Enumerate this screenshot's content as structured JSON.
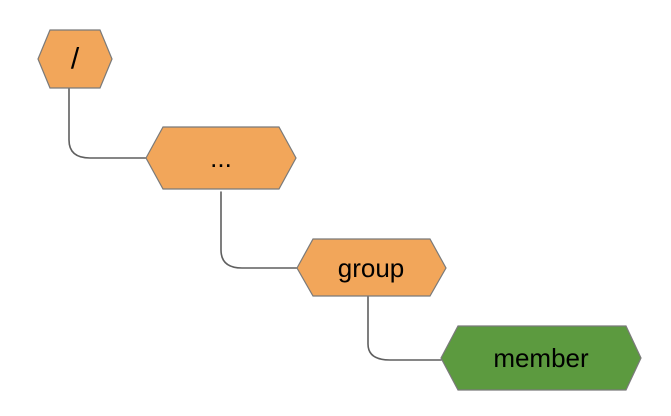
{
  "diagram": {
    "nodes": [
      {
        "id": "root",
        "label": "/",
        "fill": "#f2a65a"
      },
      {
        "id": "ellipsis",
        "label": "...",
        "fill": "#f2a65a"
      },
      {
        "id": "group",
        "label": "group",
        "fill": "#f2a65a"
      },
      {
        "id": "member",
        "label": "member",
        "fill": "#5c9a3f"
      }
    ],
    "edges": [
      {
        "from": "root",
        "to": "ellipsis"
      },
      {
        "from": "ellipsis",
        "to": "group"
      },
      {
        "from": "group",
        "to": "member"
      }
    ]
  }
}
